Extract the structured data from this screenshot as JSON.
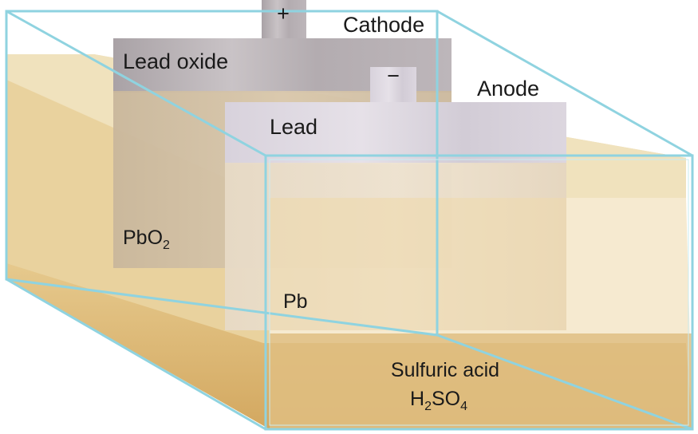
{
  "labels": {
    "cathode": "Cathode",
    "anode": "Anode",
    "cathode_terminal": "+",
    "anode_terminal": "−",
    "lead_oxide": "Lead oxide",
    "pbo2_main": "PbO",
    "pbo2_sub": "2",
    "lead": "Lead",
    "pb": "Pb",
    "electrolyte_name": "Sulfuric acid",
    "h2so4_h": "H",
    "h2so4_sub1": "2",
    "h2so4_so": "SO",
    "h2so4_sub2": "4"
  },
  "colors": {
    "tank_edge": "#8fd3e0",
    "acid_top": "#f3e6c4",
    "acid_side": "#e8cf98",
    "acid_bottom": "#d9b26c",
    "air": "#fbf7ec",
    "lead_oxide_plate": "#b7b0b2",
    "lead_plate": "#d6d0d8",
    "plate_submerged": "#d8c7ae"
  }
}
